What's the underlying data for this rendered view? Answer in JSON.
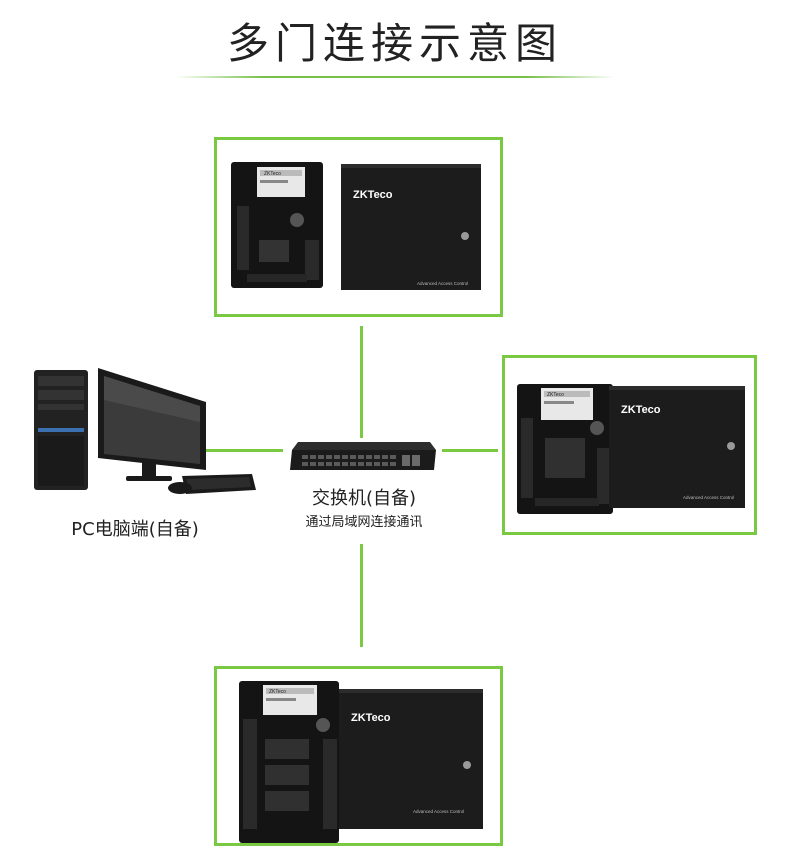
{
  "title": "多门连接示意图",
  "pc_label": "PC电脑端(自备)",
  "switch_label": "交换机(自备)",
  "switch_sublabel": "通过局域网连接通讯",
  "devices": [
    {
      "brand": "ZKTeco",
      "cabinet_text": "Advanced Access Control",
      "board_text": "ZKTeco"
    },
    {
      "brand": "ZKTeco",
      "cabinet_text": "Advanced Access Control",
      "board_text": "ZKTeco"
    },
    {
      "brand": "ZKTeco",
      "cabinet_text": "Advanced Access Control",
      "board_text": "ZKTeco"
    }
  ],
  "colors": {
    "accent": "#7ac943",
    "device": "#1e1e1e",
    "board": "#151515"
  }
}
